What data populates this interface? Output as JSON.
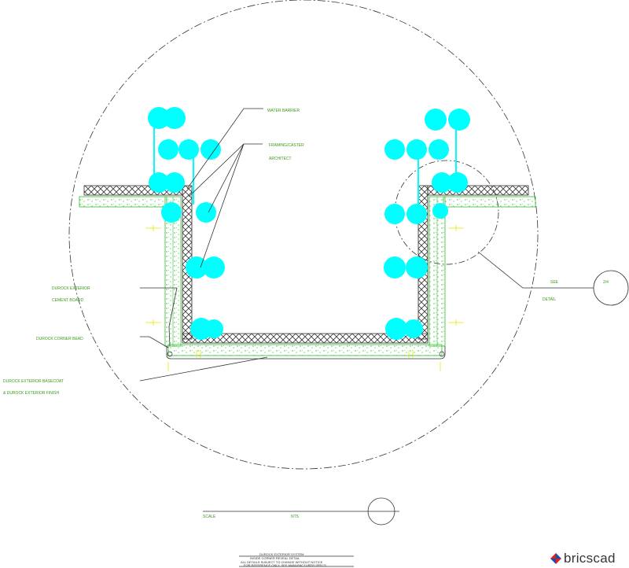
{
  "labels": {
    "water_barrier": "WATER BARRIER",
    "framing": "FRAMING/CASTER",
    "architect": "ARCHITECT",
    "cement_board_1": "DUROCK EXTERIOR",
    "cement_board_2": "CEMENT BOARD",
    "corner_bead": "DUROCK CORNER BEAD",
    "basecoat": "DUROCK EXTERIOR BASECOAT",
    "finish": "& DUROCK EXTERIOR FINISH",
    "see": "SEE",
    "detail": "DETAIL",
    "detail_ref": "2/4"
  },
  "title_block": {
    "left": "SCALE",
    "right": "NTS",
    "line1": "DUROCK EXTERIOR SYSTEM",
    "line2": "INSIDE CORNER REVEAL DETAIL",
    "line3": "ALL DETAILS SUBJECT TO CHANGE WITHOUT NOTICE",
    "line4": "FOR REFERENCE ONLY. SEE MANUFACTURER SPECS"
  },
  "brand": {
    "name": "bricscad"
  },
  "colors": {
    "line": "#333333",
    "green": "#2fbf2f",
    "label": "#3a9a1a",
    "cyan": "#00ffff",
    "yellow": "#e8e800"
  }
}
